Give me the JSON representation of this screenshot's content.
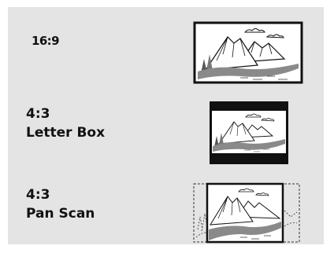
{
  "options": [
    {
      "id": "wide",
      "lines": [
        "16:9"
      ],
      "icon": "landscape-16x9-icon"
    },
    {
      "id": "letterbox",
      "lines": [
        "4:3",
        "Letter Box"
      ],
      "icon": "landscape-letterbox-icon"
    },
    {
      "id": "panscan",
      "lines": [
        "4:3",
        "Pan Scan"
      ],
      "icon": "landscape-panscan-icon"
    }
  ],
  "colors": {
    "panel_background": "#e4e4e4",
    "text": "#111111",
    "letterbox_bars": "#111111"
  }
}
